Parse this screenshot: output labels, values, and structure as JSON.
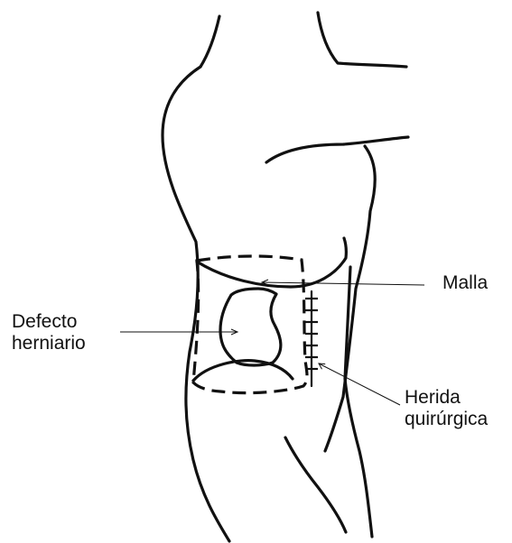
{
  "labels": {
    "mesh": "Malla",
    "hernia_defect": "Defecto\nherniario",
    "surgical_wound": "Herida\nquirúrgica"
  }
}
